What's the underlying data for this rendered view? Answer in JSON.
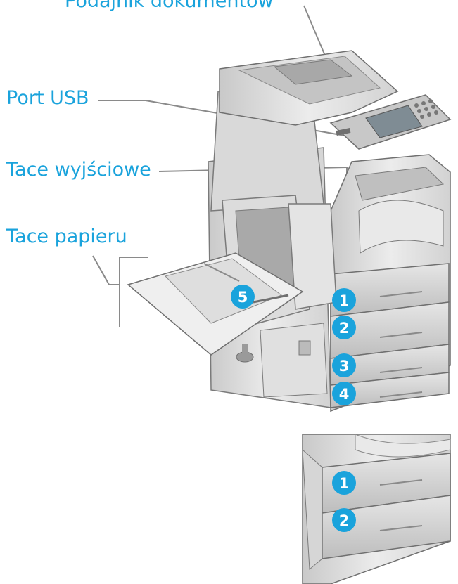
{
  "callouts": {
    "top_partial": "Podajnik dokumentów",
    "usb_port": "Port USB",
    "output_trays": "Tace wyjściowe",
    "paper_trays": "Tace papieru"
  },
  "tray_badges_main": [
    "1",
    "2",
    "3",
    "4"
  ],
  "bypass_badge": "5",
  "tray_badges_inset": [
    "1",
    "2"
  ],
  "colors": {
    "accent": "#1aa3dc",
    "leader": "#8a8a8a"
  }
}
